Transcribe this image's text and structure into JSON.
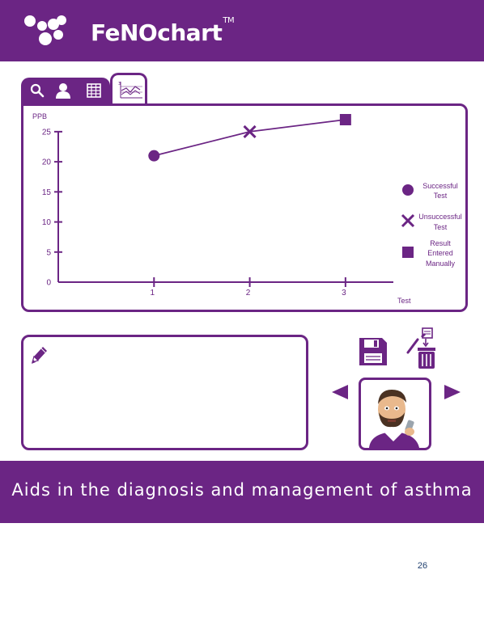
{
  "header": {
    "brand": "FeNOchart",
    "trademark": "TM"
  },
  "tabs": [
    {
      "icon": "search-icon"
    },
    {
      "icon": "user-icon"
    },
    {
      "icon": "table-icon"
    },
    {
      "icon": "chart-icon",
      "active": true
    }
  ],
  "chart_data": {
    "type": "line",
    "ylabel": "PPB",
    "xlabel": "Test",
    "yticks": [
      0,
      5,
      10,
      15,
      20,
      25
    ],
    "xticks": [
      1,
      2,
      3
    ],
    "ylim": [
      0,
      27
    ],
    "xlim": [
      0,
      3.5
    ],
    "points": [
      {
        "x": 1,
        "y": 21,
        "marker": "circle"
      },
      {
        "x": 2,
        "y": 25,
        "marker": "cross"
      },
      {
        "x": 3,
        "y": 27,
        "marker": "square"
      }
    ],
    "legend": [
      {
        "marker": "circle",
        "label_lines": [
          "Successful",
          "Test"
        ]
      },
      {
        "marker": "cross",
        "label_lines": [
          "Unsuccessful",
          "Test"
        ]
      },
      {
        "marker": "square",
        "label_lines": [
          "Result",
          "Entered",
          "Manually"
        ]
      }
    ],
    "color": "#6b2584"
  },
  "notes": {
    "icon": "pencil-icon",
    "text": ""
  },
  "actions": {
    "save": "save-icon",
    "delete": "delete-icon",
    "prev": "arrow-left-icon",
    "next": "arrow-right-icon"
  },
  "footer": {
    "tagline": "Aids in the diagnosis and management of asthma"
  },
  "page": {
    "number": "26"
  },
  "colors": {
    "accent": "#6b2584",
    "page_number": "#1f3f6e"
  }
}
